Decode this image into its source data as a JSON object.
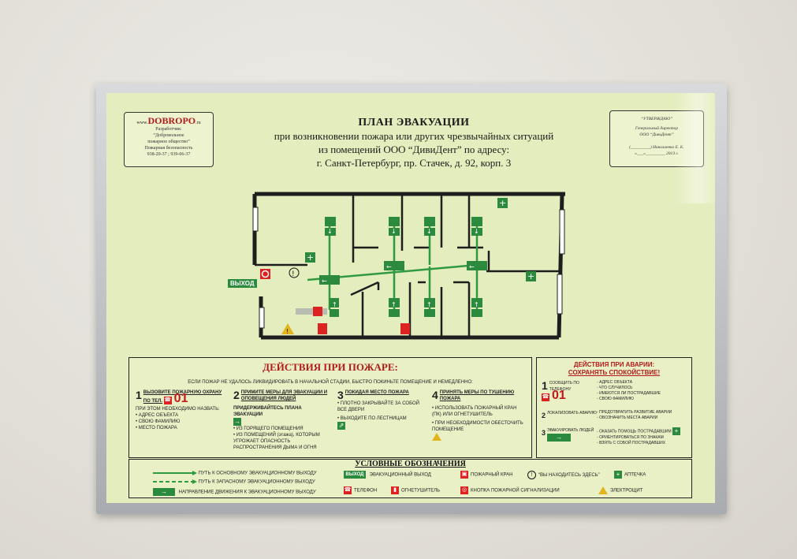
{
  "header": {
    "title": "ПЛАН ЭВАКУАЦИИ",
    "line1": "при возникновении пожара или других чрезвычайных ситуаций",
    "line2": "из помещений ООО “ДивиДент” по адресу:",
    "line3": "г. Санкт-Петербург, пр. Стачек, д. 92, корп. 3"
  },
  "logo": {
    "brand_prefix": "www.",
    "brand": "DOBROPO",
    "brand_suffix": ".ru",
    "line1": "Разработчик:",
    "line2": "“Добровольное",
    "line3": "пожарное общество”",
    "line4": "Пожарная безопасность",
    "line5": "938-20-37 ; 939-06-37"
  },
  "approve": {
    "line1": "“УТВЕРЖДАЮ”",
    "line2": "Генеральный директор",
    "line3": "ООО “ДивиДент”",
    "line4": "(_________) Николаенко Е. К.",
    "line5": "«___»_________ 2013 г."
  },
  "plan": {
    "exit_label": "ВЫХОД"
  },
  "actions": {
    "title": "ДЕЙСТВИЯ ПРИ ПОЖАРЕ:",
    "subtitle": "ЕСЛИ ПОЖАР НЕ УДАЛОСЬ ЛИКВИДИРОВАТЬ В НАЧАЛЬНОЙ СТАДИИ, БЫСТРО ПОКИНЬТЕ ПОМЕЩЕНИЕ И НЕМЕДЛЕННО:",
    "steps": [
      {
        "num": "1",
        "head": "ВЫЗОВИТЕ ПОЖАРНУЮ ОХРАНУ ПО ТЕЛ.",
        "phone": "01",
        "body": "ПРИ ЭТОМ НЕОБХОДИМО НАЗВАТЬ:",
        "bullets": [
          "АДРЕС ОБЪЕКТА",
          "СВОЮ ФАМИЛИЮ",
          "МЕСТО ПОЖАРА"
        ]
      },
      {
        "num": "2",
        "head": "ПРИМИТЕ МЕРЫ ДЛЯ ЭВАКУАЦИИ И ОПОВЕЩЕНИЯ ЛЮДЕЙ",
        "body": "ПРИДЕРЖИВАЙТЕСЬ ПЛАНА ЭВАКУАЦИИ",
        "bullets": [
          "ИЗ ГОРЯЩЕГО ПОМЕЩЕНИЯ",
          "ИЗ ПОМЕЩЕНИЙ (этажа), КОТОРЫМ УГРОЖАЕТ ОПАСНОСТЬ РАСПРОСТРАНЕНИЯ ДЫМА И ОГНЯ"
        ]
      },
      {
        "num": "3",
        "head": "ПОКИДАЯ МЕСТО ПОЖАРА",
        "bullets": [
          "ПЛОТНО ЗАКРЫВАЙТЕ ЗА СОБОЙ ВСЕ ДВЕРИ",
          "ВЫХОДИТЕ ПО ЛЕСТНИЦАМ"
        ]
      },
      {
        "num": "4",
        "head": "ПРИНЯТЬ МЕРЫ ПО ТУШЕНИЮ ПОЖАРА",
        "bullets": [
          "ИСПОЛЬЗОВАТЬ ПОЖАРНЫЙ КРАН (ПК) ИЛИ ОГНЕТУШИТЕЛЬ",
          "ПРИ НЕОБХОДИМОСТИ ОБЕСТОЧИТЬ ПОМЕЩЕНИЕ"
        ]
      }
    ]
  },
  "accident": {
    "title1": "ДЕЙСТВИЯ ПРИ АВАРИИ:",
    "title2": "СОХРАНЯТЬ СПОКОЙСТВИЕ!",
    "steps": [
      {
        "num": "1",
        "head": "СООБЩИТЬ ПО ТЕЛЕФОНУ",
        "phone": "01",
        "bullets": [
          "АДРЕС ОБЪЕКТА",
          "ЧТО СЛУЧИЛОСЬ",
          "ИМЕЮТСЯ ЛИ ПОСТРАДАВШИЕ",
          "СВОЮ ФАМИЛИЮ"
        ]
      },
      {
        "num": "2",
        "head": "ЛОКАЛИЗОВАТЬ АВАРИЮ",
        "bullets": [
          "ПРЕДОТВРАТИТЬ РАЗВИТИЕ АВАРИИ",
          "ОБОЗНАЧИТЬ МЕСТА АВАРИИ"
        ]
      },
      {
        "num": "3",
        "head": "ЭВАКУИРОВАТЬ ЛЮДЕЙ",
        "bullets": [
          "ОКАЗАТЬ ПОМОЩЬ ПОСТРАДАВШИМ",
          "ОРИЕНТИРОВАТЬСЯ ПО ЗНАКАМ",
          "ВЗЯТЬ С СОБОЙ ПОСТРАДАВШИХ"
        ]
      }
    ]
  },
  "legend": {
    "title": "УСЛОВНЫЕ ОБОЗНАЧЕНИЯ",
    "items": [
      "ПУТЬ К ОСНОВНОМУ ЭВАКУАЦИОННОМУ ВЫХОДУ",
      "ПУТЬ К ЗАПАСНОМУ ЭВАКУАЦИОННОМУ ВЫХОДУ",
      "НАПРАВЛЕНИЕ ДВИЖЕНИЯ К ЭВАКУАЦИОННОМУ ВЫХОДУ",
      "ЭВАКУАЦИОННЫЙ ВЫХОД",
      "ТЕЛЕФОН",
      "ОГНЕТУШИТЕЛЬ",
      "ПОЖАРНЫЙ КРАН",
      "КНОПКА ПОЖАРНОЙ СИГНАЛИЗАЦИИ",
      "“ВЫ НАХОДИТЕСЬ ЗДЕСЬ”",
      "АПТЕЧКА",
      "ЭЛЕКТРОЩИТ"
    ],
    "exit_chip": "ВЫХОД"
  }
}
